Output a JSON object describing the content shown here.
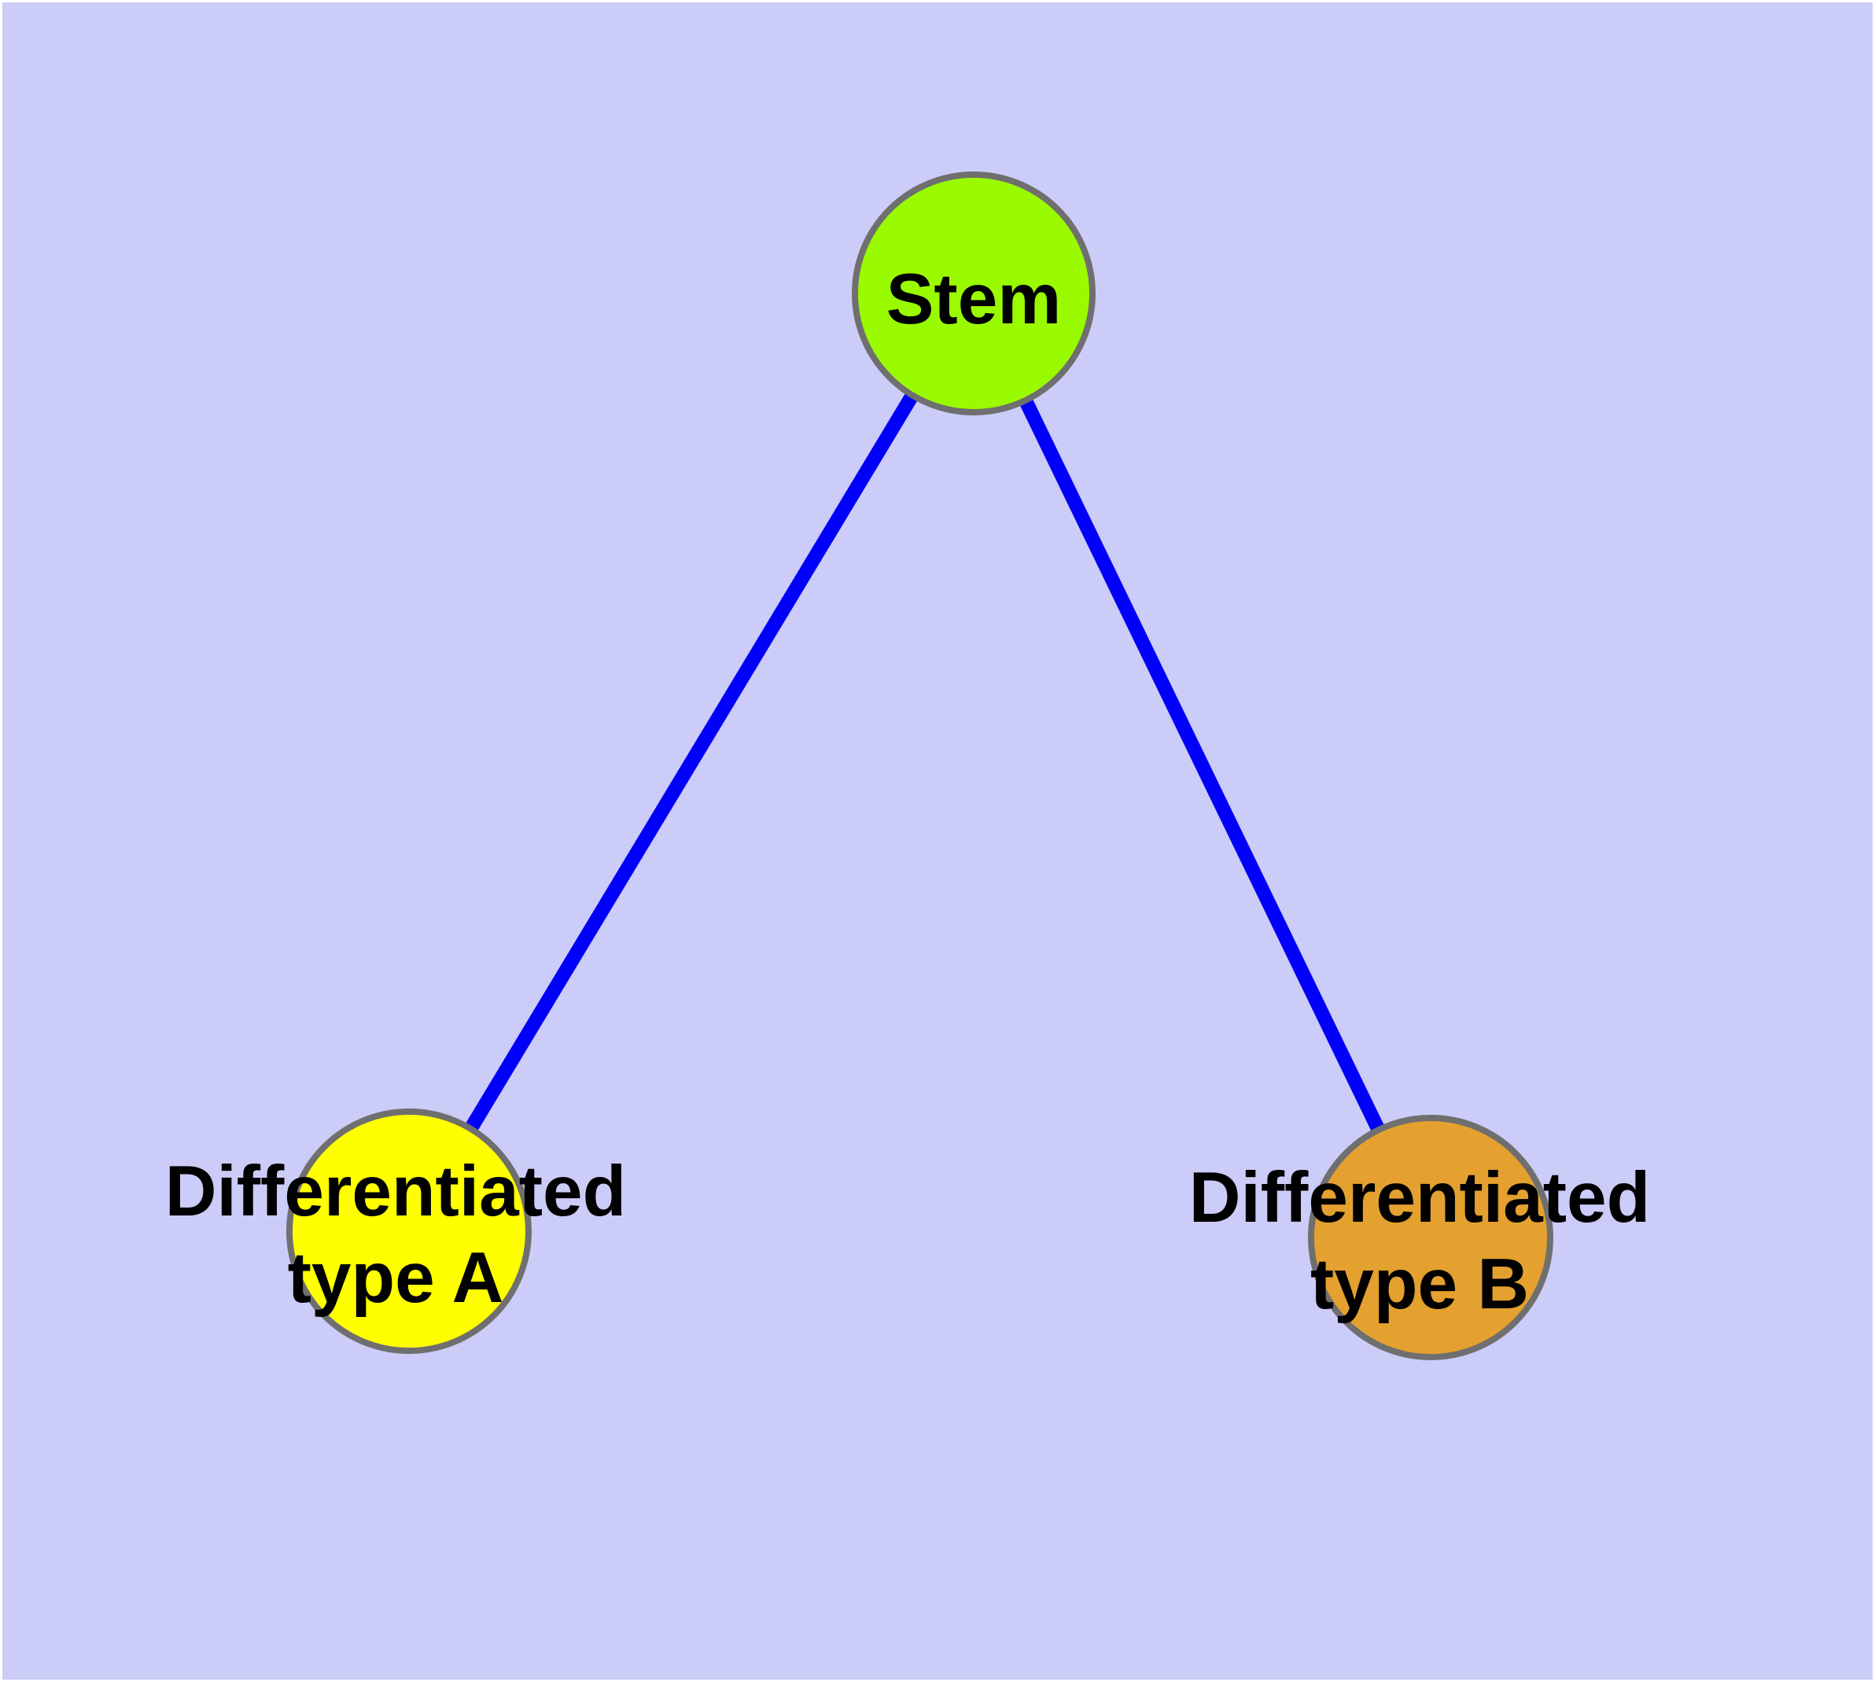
{
  "graph": {
    "kind": "node-link-diagram",
    "background_color": "#CCCCF8",
    "frame_color": "#FFFFFF",
    "edge_color": "#0000FA",
    "node_border_color": "#6F6F6F",
    "label_color": "#000000",
    "nodes": [
      {
        "id": "stem",
        "label": "Stem",
        "fill": "#9AFB00"
      },
      {
        "id": "differentiated-type-a",
        "label": "Differentiated\ntype A",
        "fill": "#FFFF00"
      },
      {
        "id": "differentiated-type-b",
        "label": "Differentiated\ntype B",
        "fill": "#E4A12F"
      }
    ],
    "edges": [
      {
        "from": "Stem",
        "to": "Differentiated type A"
      },
      {
        "from": "Stem",
        "to": "Differentiated type B"
      }
    ]
  }
}
